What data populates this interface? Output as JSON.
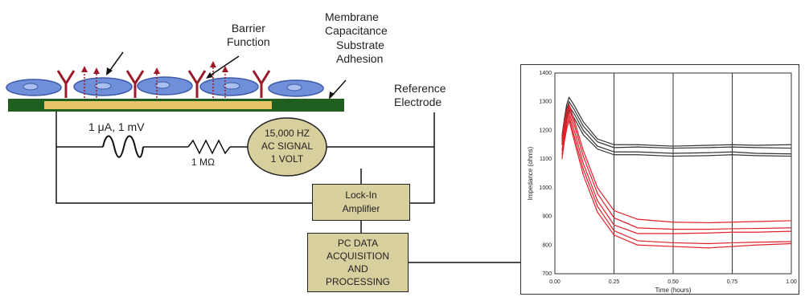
{
  "labels": {
    "barrier_function": "Barrier\nFunction",
    "membrane_capacitance": "Membrane\nCapacitance",
    "substrate_adhesion": "Substrate\nAdhesion",
    "reference_electrode": "Reference\nElectrode",
    "current_voltage": "1 μA, 1 mV",
    "resistor": "1 MΩ",
    "ac_signal": "15,000 HZ\nAC SIGNAL\n1 VOLT",
    "lock_in_amplifier": "Lock-In\nAmplifier",
    "pc_data": "PC DATA\nACQUISITION\nAND\nPROCESSING"
  },
  "colors": {
    "electrode_green": "#1f5e1f",
    "gold_electrode": "#e6c46a",
    "cell_blue": "#6f8fd8",
    "junction_red": "#9b1b2a",
    "box_fill": "#d8cf9e",
    "black_series": "#333333",
    "red_series": "#e0202a"
  },
  "chart_data": {
    "type": "line",
    "xlabel": "Time (hours)",
    "ylabel": "Impedance (ohms)",
    "xlim": [
      0,
      1.0
    ],
    "ylim": [
      700,
      1400
    ],
    "x_ticks": [
      "0.00",
      "0.25",
      "0.50",
      "0.75",
      "1.00"
    ],
    "y_ticks": [
      "700",
      "800",
      "900",
      "1000",
      "1100",
      "1200",
      "1300",
      "1400"
    ],
    "vertical_gridlines_at": [
      0.25,
      0.5,
      0.75
    ],
    "x": [
      0.03,
      0.04,
      0.05,
      0.06,
      0.08,
      0.12,
      0.18,
      0.25,
      0.35,
      0.5,
      0.65,
      0.75,
      0.85,
      1.0
    ],
    "series": [
      {
        "color": "#333333",
        "values": [
          1180,
          1240,
          1290,
          1315,
          1290,
          1230,
          1170,
          1150,
          1150,
          1145,
          1148,
          1150,
          1148,
          1150
        ]
      },
      {
        "color": "#333333",
        "values": [
          1170,
          1230,
          1275,
          1300,
          1275,
          1215,
          1160,
          1140,
          1142,
          1138,
          1140,
          1142,
          1140,
          1138
        ]
      },
      {
        "color": "#333333",
        "values": [
          1160,
          1210,
          1260,
          1285,
          1260,
          1200,
          1145,
          1125,
          1125,
          1120,
          1122,
          1125,
          1120,
          1118
        ]
      },
      {
        "color": "#333333",
        "values": [
          1150,
          1200,
          1245,
          1270,
          1245,
          1185,
          1135,
          1115,
          1115,
          1110,
          1112,
          1115,
          1112,
          1110
        ]
      },
      {
        "color": "#e0202a",
        "values": [
          1170,
          1230,
          1270,
          1290,
          1240,
          1130,
          1000,
          920,
          890,
          880,
          878,
          880,
          882,
          885
        ]
      },
      {
        "color": "#e0202a",
        "values": [
          1150,
          1210,
          1255,
          1280,
          1225,
          1110,
          980,
          895,
          860,
          855,
          855,
          857,
          858,
          860
        ]
      },
      {
        "color": "#e0202a",
        "values": [
          1130,
          1190,
          1235,
          1265,
          1205,
          1085,
          955,
          870,
          840,
          840,
          842,
          845,
          845,
          848
        ]
      },
      {
        "color": "#e0202a",
        "values": [
          1115,
          1175,
          1220,
          1250,
          1185,
          1065,
          935,
          850,
          815,
          808,
          805,
          808,
          810,
          812
        ]
      },
      {
        "color": "#e0202a",
        "values": [
          1100,
          1160,
          1205,
          1235,
          1170,
          1045,
          915,
          835,
          800,
          795,
          790,
          795,
          800,
          805
        ]
      }
    ]
  }
}
